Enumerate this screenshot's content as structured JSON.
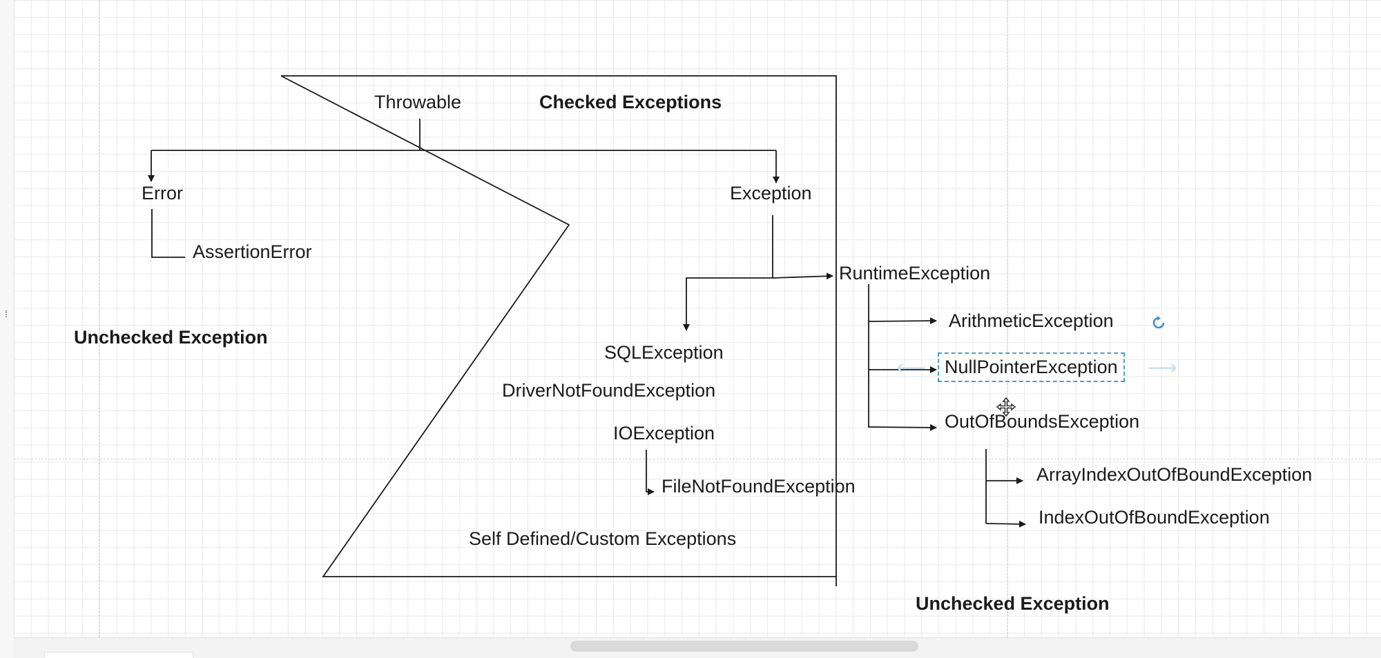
{
  "diagram": {
    "labels": {
      "throwable": "Throwable",
      "checked_exceptions": "Checked Exceptions",
      "error": "Error",
      "exception": "Exception",
      "assertion_error": "AssertionError",
      "unchecked_exception_left": "Unchecked Exception",
      "runtime_exception": "RuntimeException",
      "arithmetic_exception": "ArithmeticException",
      "null_pointer_exception": "NullPointerException",
      "out_of_bounds_exception": "OutOfBoundsException",
      "array_index_out_of_bound_exception": "ArrayIndexOutOfBoundException",
      "index_out_of_bound_exception": "IndexOutOfBoundException",
      "sql_exception": "SQLException",
      "driver_not_found_exception": "DriverNotFoundException",
      "io_exception": "IOException",
      "file_not_found_exception": "FileNotFoundException",
      "self_defined_exceptions": "Self Defined/Custom Exceptions",
      "unchecked_exception_bottom": "Unchecked Exception"
    },
    "selected_shape": "NullPointerException",
    "rail_marker": "⁞"
  },
  "colors": {
    "line": "#1a1a1a",
    "selection": "#4a9bd9",
    "grid": "#e9e9e9",
    "ghost_arrow": "#c7def2"
  },
  "icons": {
    "rotate": "rotate-handle-icon",
    "move": "move-cursor-icon",
    "ghost_left": "connect-arrow-left-icon",
    "ghost_right": "connect-arrow-right-icon"
  }
}
